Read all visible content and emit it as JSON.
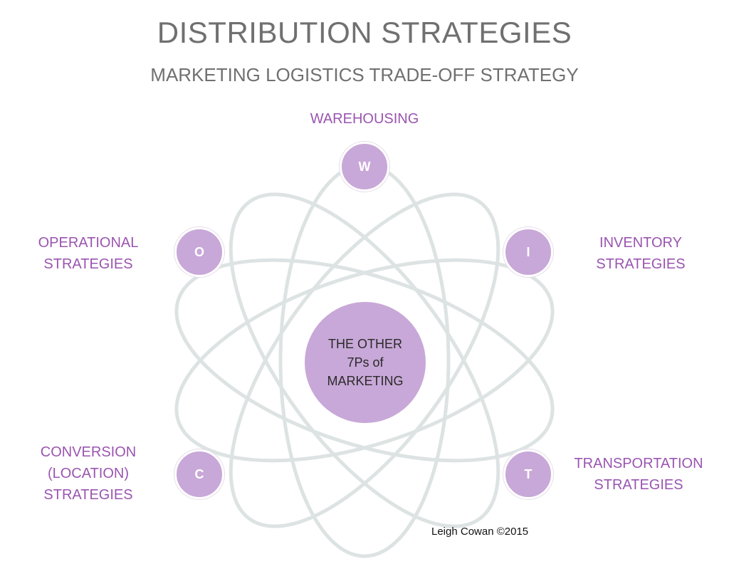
{
  "title": "DISTRIBUTION STRATEGIES",
  "subtitle": "MARKETING LOGISTICS TRADE-OFF STRATEGY",
  "center_text": "THE OTHER\n7Ps of\nMARKETING",
  "nodes": {
    "w": {
      "letter": "W",
      "label": "WAREHOUSING"
    },
    "o": {
      "letter": "O",
      "label": "OPERATIONAL\nSTRATEGIES"
    },
    "i": {
      "letter": "I",
      "label": "INVENTORY\nSTRATEGIES"
    },
    "c": {
      "letter": "C",
      "label": "CONVERSION\n(LOCATION)\nSTRATEGIES"
    },
    "t": {
      "letter": "T",
      "label": "TRANSPORTATION\nSTRATEGIES"
    }
  },
  "credit": "Leigh Cowan ©2015",
  "colors": {
    "title": "#707070",
    "label": "#9a55b0",
    "node_fill": "#c8a8d8",
    "orbit": "#dde3e3"
  }
}
